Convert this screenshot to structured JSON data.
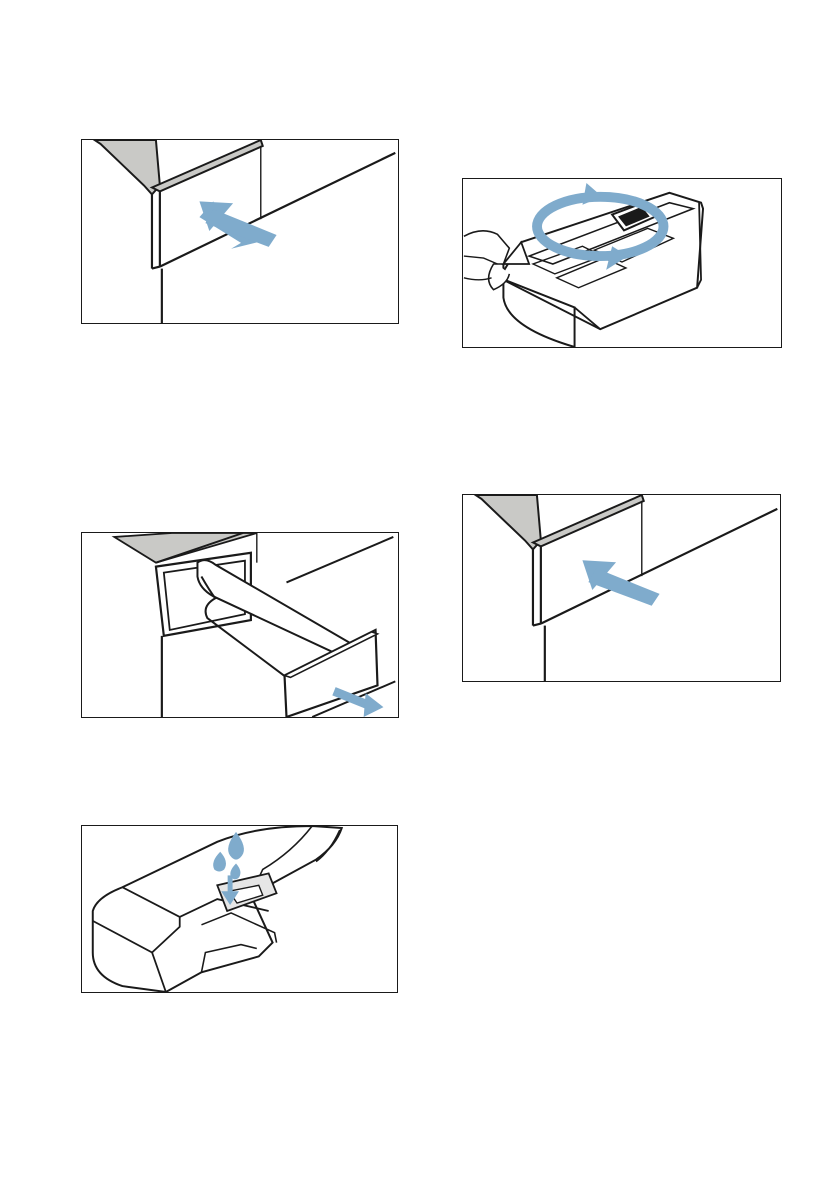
{
  "page": {
    "figures": [
      {
        "id": "fig-1",
        "icon": "insert-drawer-arrow-icon"
      },
      {
        "id": "fig-2",
        "icon": "pull-out-drawer-icon"
      },
      {
        "id": "fig-3",
        "icon": "water-drops-drawer-icon"
      },
      {
        "id": "fig-4",
        "icon": "rotate-drawer-icon"
      },
      {
        "id": "fig-5",
        "icon": "insert-drawer-arrow-icon"
      }
    ],
    "colors": {
      "line": "#1a1a1a",
      "panel_gray": "#c9c9c6",
      "accent_blue": "#7fabcc"
    }
  }
}
